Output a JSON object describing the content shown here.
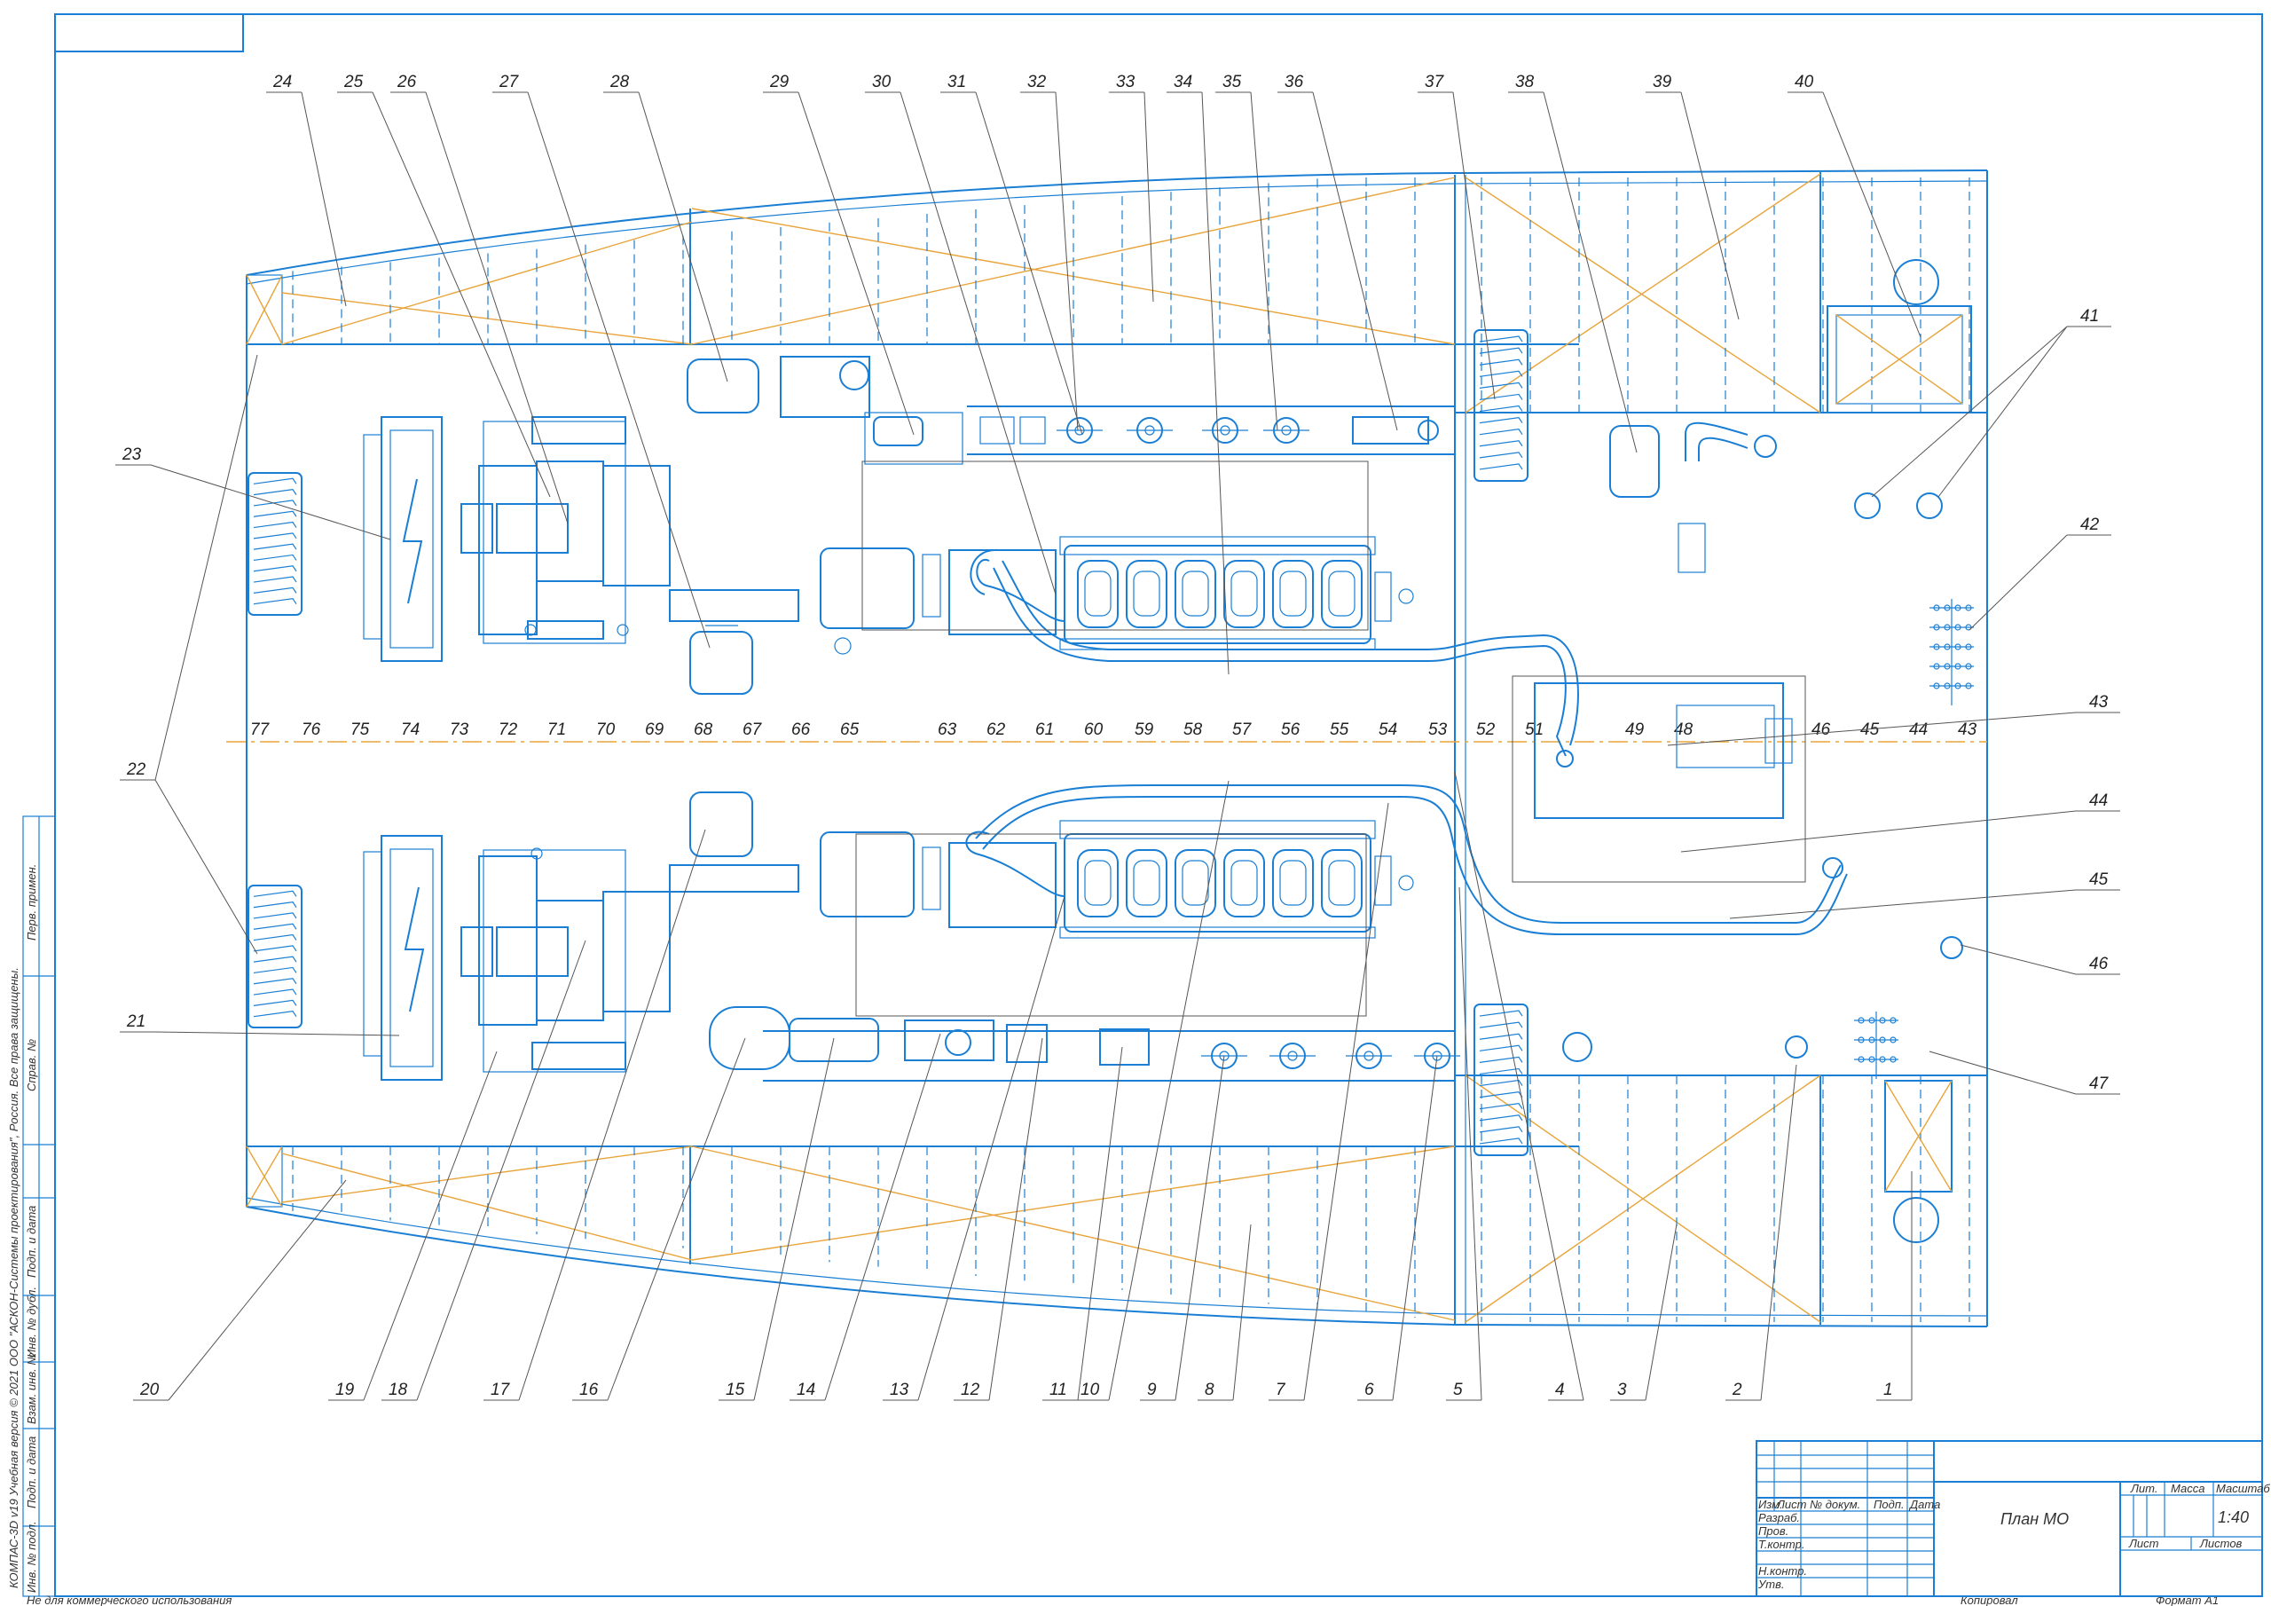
{
  "drawing": {
    "title": "План МО",
    "scale": "1:40",
    "format": "Формат   А1",
    "copied": "Копировал",
    "notice": "Не для коммерческого использования",
    "software_note": "КОМПАС-3D v19 Учебная версия © 2021 ООО \"АСКОН-Системы проектирования\", Россия. Все права защищены.",
    "title_block": {
      "izm": "Изм.",
      "list": "Лист",
      "ndoc": "№ докум.",
      "podp": "Подп.",
      "data": "Дата",
      "razrab": "Разраб.",
      "prov": "Пров.",
      "tkontr": "Т.контр.",
      "nkontr": "Н.контр.",
      "utv": "Утв.",
      "lit": "Лит.",
      "massa": "Масса",
      "masshtab": "Масштаб",
      "list2": "Лист",
      "listov": "Листов"
    },
    "side_stamp": [
      "Перв. примен.",
      "Справ. №",
      "Подп. и дата",
      "Инв. № дубл.",
      "Взам. инв. №",
      "Подп. и дата",
      "Инв. № подл."
    ]
  },
  "frames": [
    "77",
    "76",
    "75",
    "74",
    "73",
    "72",
    "71",
    "70",
    "69",
    "68",
    "67",
    "66",
    "65",
    "63",
    "62",
    "61",
    "60",
    "59",
    "58",
    "57",
    "56",
    "55",
    "54",
    "53",
    "52",
    "51",
    "49",
    "48",
    "46",
    "45",
    "44",
    "43"
  ],
  "callouts_top": [
    "24",
    "25",
    "26",
    "27",
    "28",
    "29",
    "30",
    "31",
    "32",
    "33",
    "34",
    "35",
    "36",
    "37",
    "38",
    "39",
    "40"
  ],
  "callouts_bottom": [
    "20",
    "19",
    "18",
    "17",
    "16",
    "15",
    "14",
    "13",
    "12",
    "11",
    "10",
    "9",
    "8",
    "7",
    "6",
    "5",
    "4",
    "3",
    "2",
    "1"
  ],
  "callouts_side": [
    "23",
    "22",
    "21",
    "41",
    "42",
    "43",
    "44",
    "45",
    "46",
    "47"
  ],
  "colors": {
    "line": "#1a7fd4",
    "axis": "#e8a43a",
    "text": "#222222"
  }
}
